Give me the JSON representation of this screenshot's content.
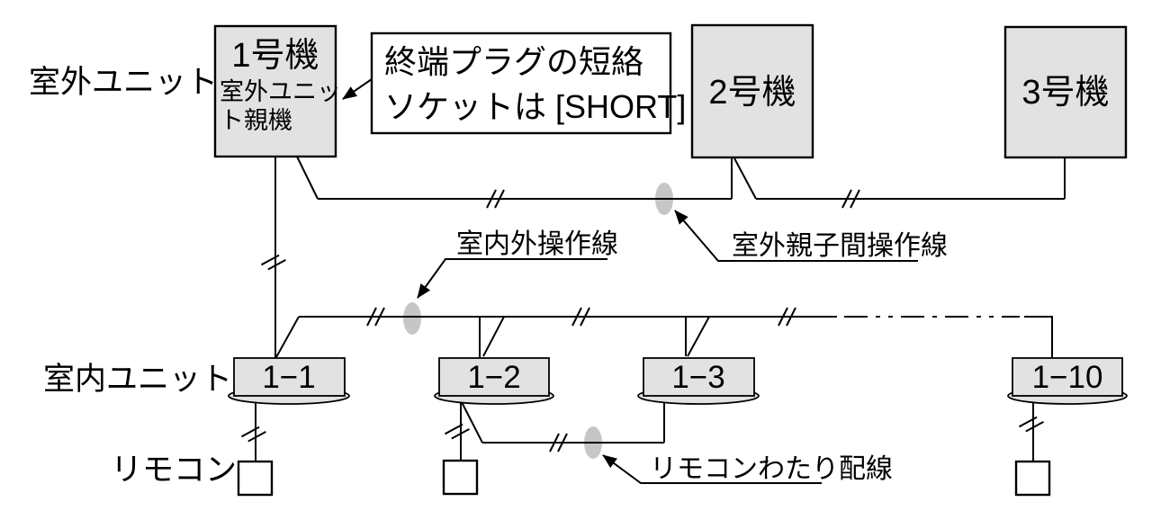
{
  "colors": {
    "unit_fill": "#e2e2e2",
    "callout_fill": "#ffffff",
    "marker_fill": "#c6c6c6",
    "remote_fill": "#ffffff",
    "line": "#000000"
  },
  "outdoor": {
    "row_label": "室外ユニット",
    "unit1_line1": "1号機",
    "unit1_line2": "室外ユニッ",
    "unit1_line3": "ト親機",
    "unit2_label": "2号機",
    "unit3_label": "3号機"
  },
  "callout": {
    "line1": "終端プラグの短絡",
    "line2": "ソケットは [SHORT]"
  },
  "leaders": {
    "indoor_outdoor": "室内外操作線",
    "parent_child": "室外親子間操作線",
    "remote_crossover": "リモコンわたり配線"
  },
  "indoor": {
    "row_label": "室内ユニット",
    "unit1": "1−1",
    "unit2": "1−2",
    "unit3": "1−3",
    "unit10": "1−10"
  },
  "remote": {
    "row_label": "リモコン"
  }
}
